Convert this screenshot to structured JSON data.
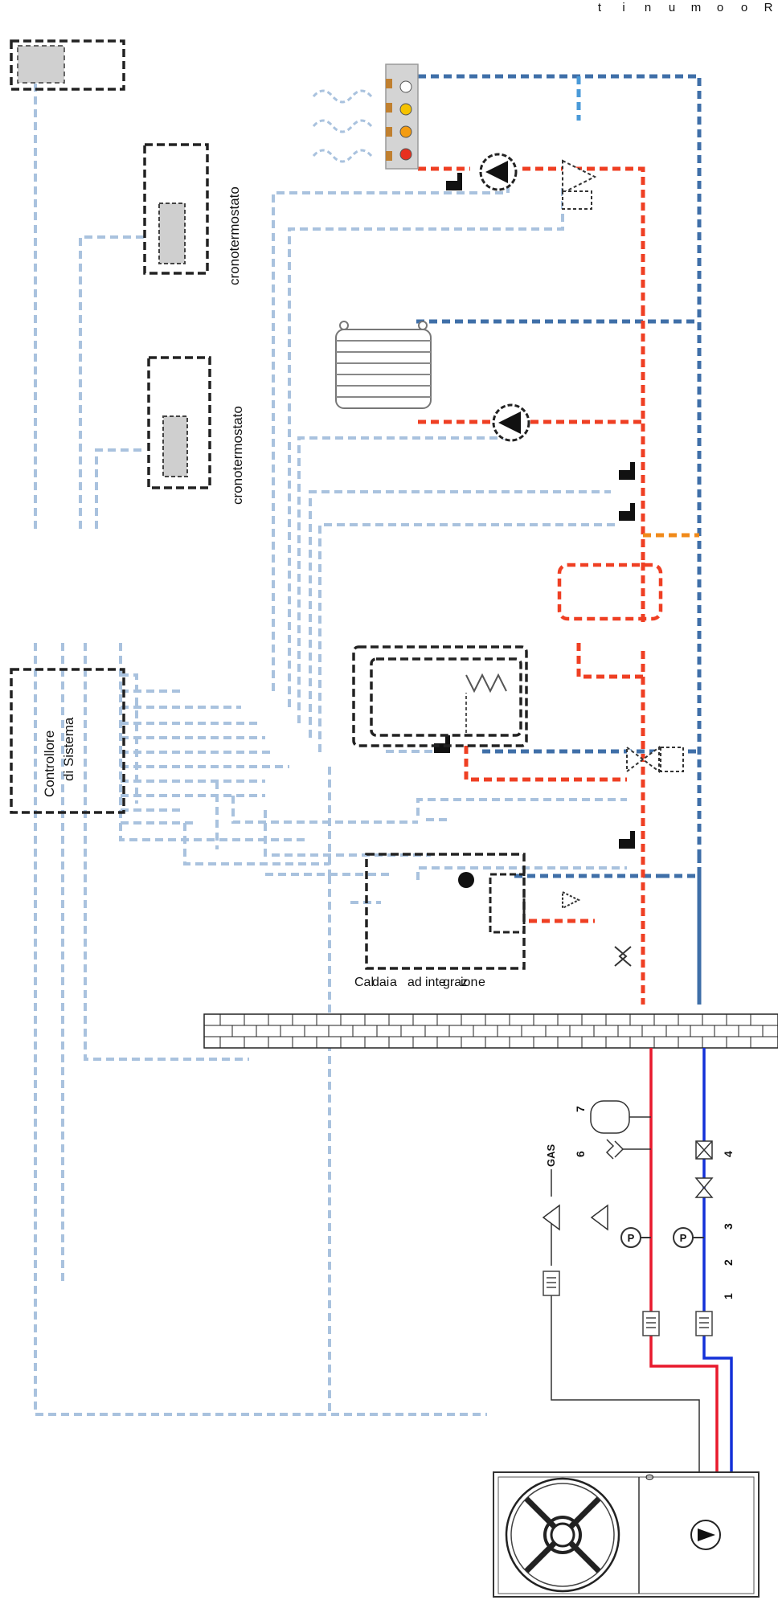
{
  "room_unit": {
    "label": [
      "R",
      "o",
      "o",
      "m",
      "u",
      "n",
      "i",
      "t"
    ]
  },
  "controller": {
    "line1": "Controllore",
    "line2": "di Sistema"
  },
  "chrono": {
    "label_1": "cronotermostato",
    "label_2": "cronotermostato"
  },
  "boiler": {
    "label": [
      "Cal",
      "dai",
      "a",
      "ad",
      "inte",
      "graz",
      "ion",
      "e"
    ]
  },
  "hydraulic": {
    "gas_label": "GAS",
    "numbers": [
      "1",
      "2",
      "3",
      "4",
      "6",
      "7"
    ],
    "pump_label": "0"
  },
  "colors": {
    "supply_hot": "#ef3f23",
    "return_cold": "#3f6fa8",
    "signal_wire": "#a9c2de",
    "pipe_red": "#e8192c",
    "pipe_blue": "#1431d8",
    "mix_orange": "#f08a1a"
  }
}
